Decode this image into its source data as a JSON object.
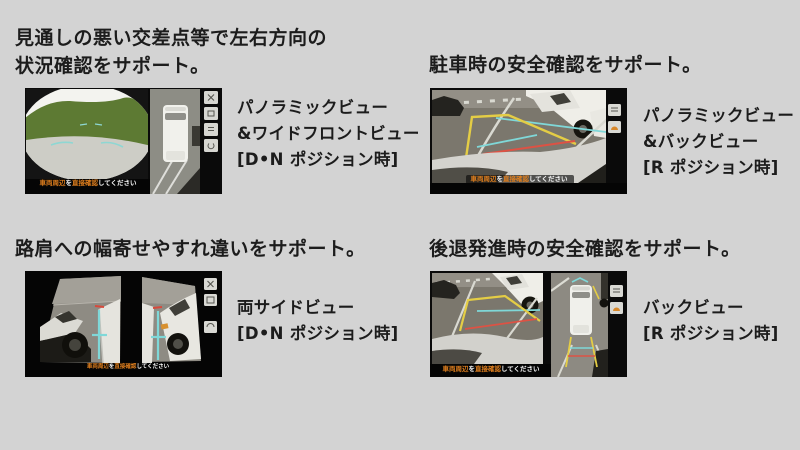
{
  "colors": {
    "background": "#d3d3d3",
    "text": "#1c1c1c",
    "warning_orange": "#e2801e",
    "warning_white": "#ffffff",
    "guide_yellow": "#e4cd45",
    "guide_cyan": "#7fd8d8",
    "guide_red": "#dd5244",
    "screen_bezel": "#0a0a0a"
  },
  "sections": [
    {
      "heading_lines": [
        "見通しの悪い交差点等で左右方向の",
        "状況確認をサポート。"
      ],
      "caption_lines": [
        "パノラミックビュー",
        "&ワイドフロントビュー",
        "[D•N ポジション時]"
      ],
      "warning": {
        "part1": "車両周辺",
        "part2": "を",
        "part3": "直接確認",
        "part4": "してください"
      }
    },
    {
      "heading_lines": [
        "駐車時の安全確認をサポート。"
      ],
      "caption_lines": [
        "パノラミックビュー",
        "&バックビュー",
        "[R ポジション時]"
      ],
      "warning": {
        "part1": "車両周辺",
        "part2": "を",
        "part3": "直接確認",
        "part4": "してください"
      }
    },
    {
      "heading_lines": [
        "路肩への幅寄せやすれ違いをサポート。"
      ],
      "caption_lines": [
        "両サイドビュー",
        "[D•N ポジション時]"
      ],
      "warning": {
        "part1": "車両周辺",
        "part2": "を",
        "part3": "直接確認",
        "part4": "してください"
      }
    },
    {
      "heading_lines": [
        "後退発進時の安全確認をサポート。"
      ],
      "caption_lines": [
        "バックビュー",
        "[R ポジション時]"
      ],
      "warning": {
        "part1": "車両周辺",
        "part2": "を",
        "part3": "直接確認",
        "part4": "してください"
      }
    }
  ]
}
